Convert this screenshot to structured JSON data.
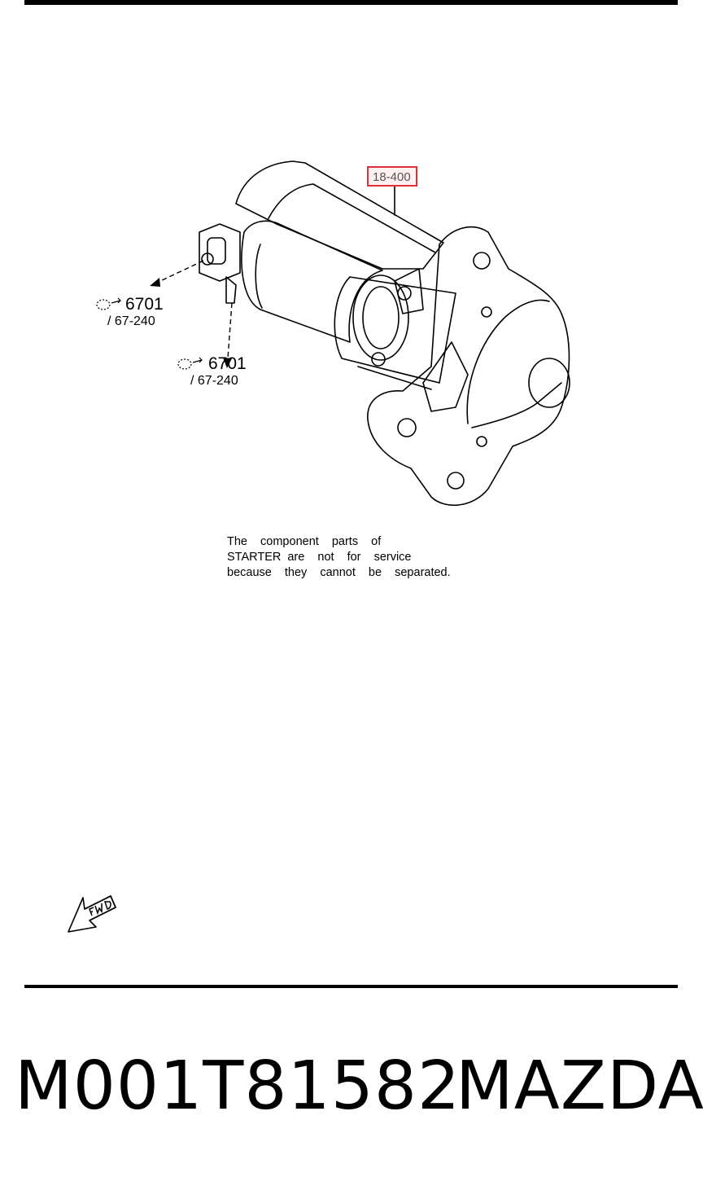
{
  "diagram": {
    "part_number_label": "18-400",
    "callouts": [
      {
        "ref": "6701",
        "sub": "/ 67-240"
      },
      {
        "ref": "6701",
        "sub": "/ 67-240"
      }
    ],
    "note_lines": [
      "The  component  parts  of",
      "STARTER are  not  for  service",
      "because  they  cannot  be  separated."
    ],
    "direction_icon": "fwd-arrow-icon",
    "highlight_color": "#e0303a"
  },
  "footer": {
    "part_code": "M001T81582",
    "brand": "MAZDA"
  }
}
